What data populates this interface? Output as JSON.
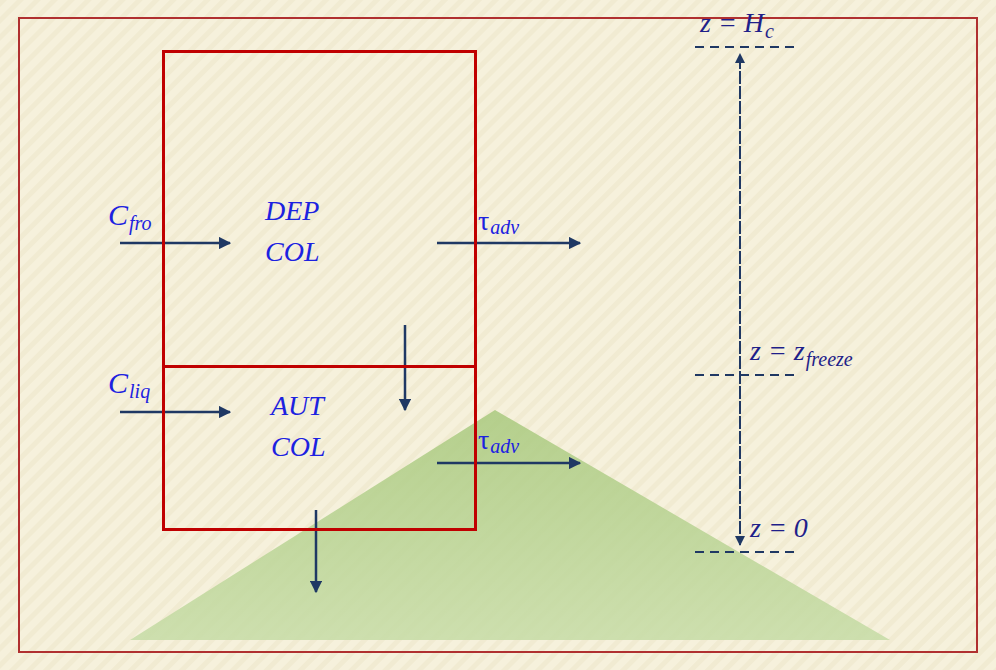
{
  "diagram": {
    "nodes": [
      {
        "text": [
          "DEP COL"
        ]
      },
      {
        "text": [
          "AUT COL"
        ]
      }
    ],
    "labels": [
      "C",
      "fro",
      "τ",
      "adv",
      "C",
      "liq",
      "τ",
      "adv",
      "z = H",
      "c",
      "z = z",
      "freeze",
      "z = 0"
    ]
  }
}
